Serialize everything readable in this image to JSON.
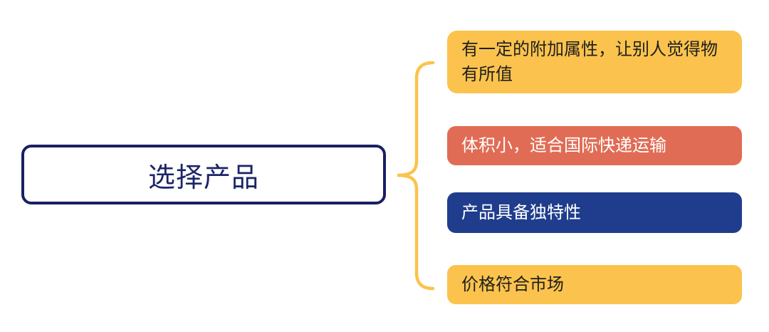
{
  "page": {
    "background": "#FFFFFF"
  },
  "diagram": {
    "type": "mindmap-brace",
    "root": {
      "label": "选择产品",
      "border_color": "#1A1F63",
      "text_color": "#1B2468",
      "fill": "#FFFFFF"
    },
    "brace": {
      "color": "#FBC34D"
    },
    "branches": [
      {
        "label": "有一定的附加属性，让别人觉得物有所值",
        "bg": "#FBC34D",
        "color": "#1F1F1F"
      },
      {
        "label": "体积小，适合国际快递运输",
        "bg": "#E16C55",
        "color": "#FFFFFF"
      },
      {
        "label": "产品具备独特性",
        "bg": "#1F3D8C",
        "color": "#FFFFFF"
      },
      {
        "label": "价格符合市场",
        "bg": "#FBC34D",
        "color": "#1F1F1F"
      }
    ]
  }
}
